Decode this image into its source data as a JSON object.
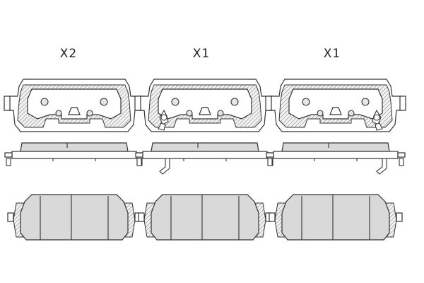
{
  "columns": [
    {
      "quantity": "X2",
      "variant": "plain"
    },
    {
      "quantity": "X1",
      "variant": "sensor"
    },
    {
      "quantity": "X1",
      "variant": "sensor"
    }
  ],
  "colors": {
    "outline": "#333333",
    "friction_material": "#d9d9d9",
    "background": "#ffffff"
  }
}
